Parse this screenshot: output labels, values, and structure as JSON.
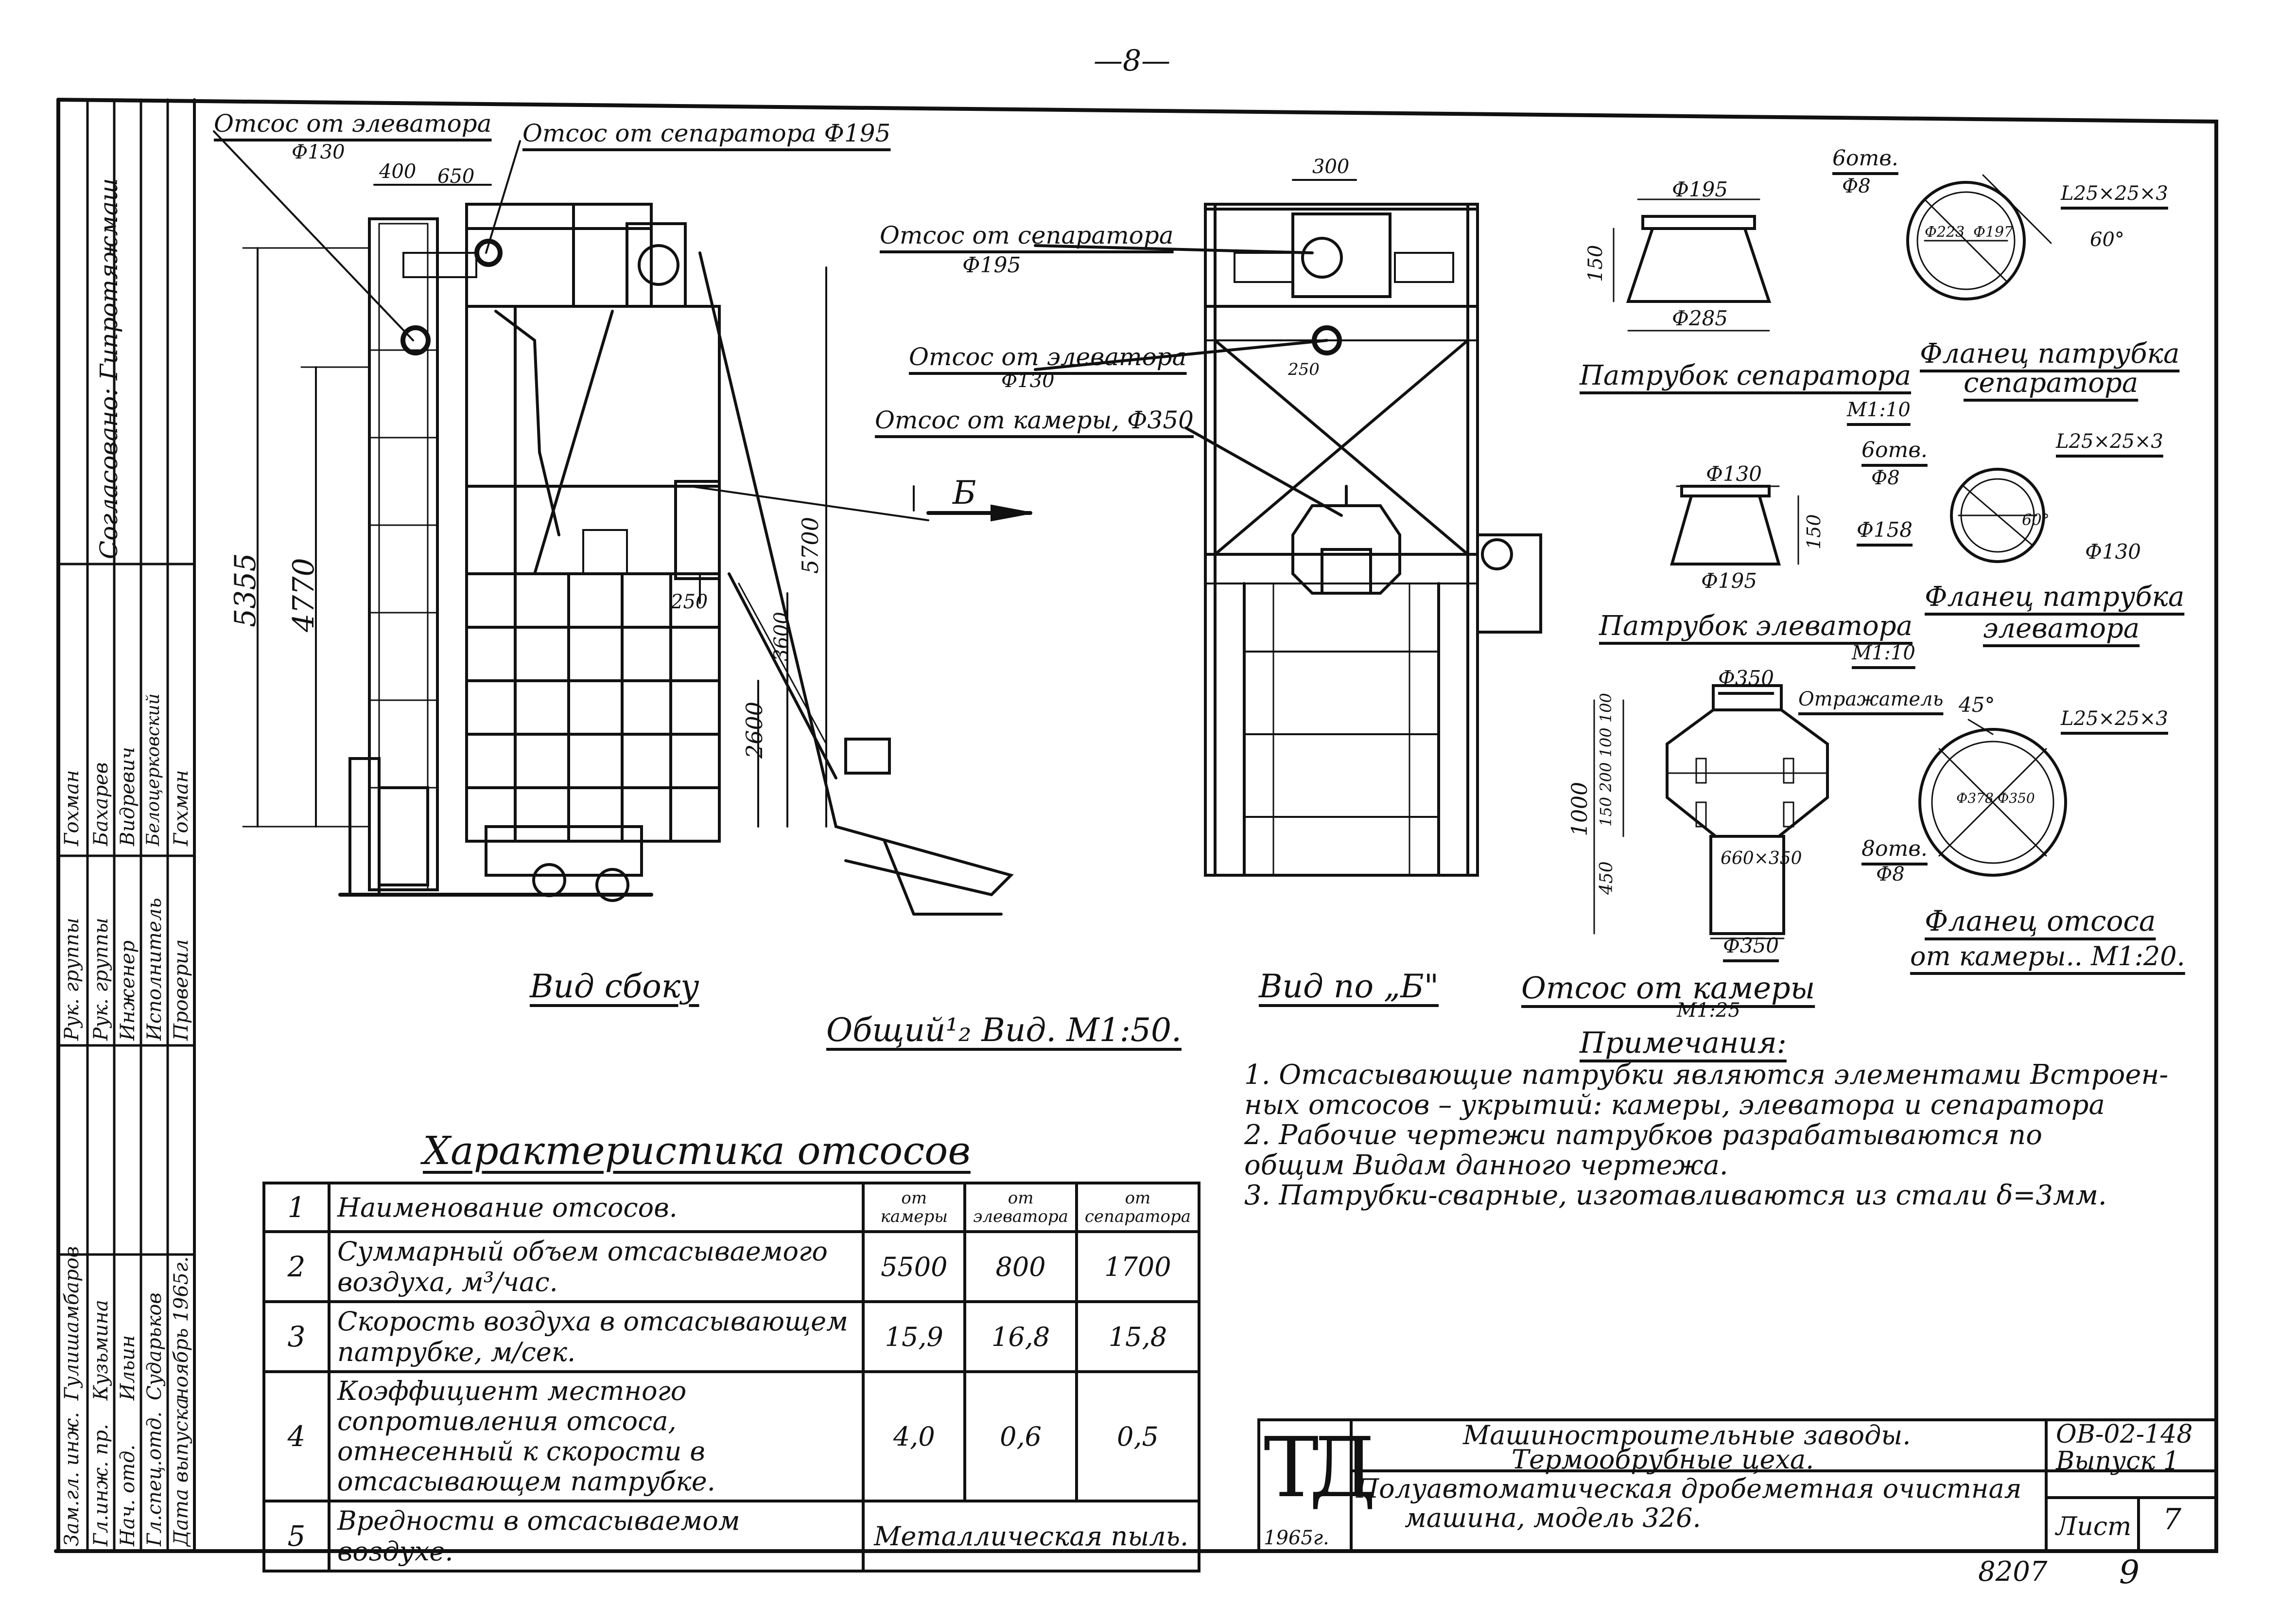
{
  "page_number": "—8—",
  "side_view": {
    "caption": "Вид сбоку",
    "labels": {
      "elevator": "Отсос от элеватора",
      "elevator_dia": "Ф130",
      "separator": "Отсос от сепаратора Ф195",
      "dim_400": "400",
      "dim_650": "650",
      "dim_5355": "5355",
      "dim_4770": "4770",
      "dim_5700": "5700",
      "dim_3600": "3600",
      "dim_2600": "2600",
      "dim_250": "250",
      "arrow_b": "Б"
    }
  },
  "front_view": {
    "caption": "Вид по „Б\"",
    "labels": {
      "dim_300": "300",
      "separator": "Отсос от сепаратора",
      "separator_dia": "Ф195",
      "elevator": "Отсос от элеватора",
      "elevator_dia": "Ф130",
      "chamber": "Отсос от камеры, Ф350",
      "dim_250": "250"
    }
  },
  "general_caption": "Общий¹₂ Вид. М1:50.",
  "details": {
    "sep_pipe": {
      "title": "Патрубок сепаратора",
      "scale": "М1:10",
      "top": "Ф195",
      "bottom": "Ф285",
      "height": "150"
    },
    "sep_flange": {
      "title": "Фланец патрубка",
      "title2": "сепаратора",
      "holes": "6отв.",
      "hole_dia": "Ф8",
      "angle": "L25×25×3",
      "d1": "Ф223",
      "d2": "Ф197",
      "deg": "60°"
    },
    "elev_pipe": {
      "title": "Патрубок элеватора",
      "scale": "М1:10",
      "top": "Ф130",
      "bottom": "Ф195",
      "height": "150"
    },
    "elev_flange": {
      "title": "Фланец патрубка",
      "title2": "элеватора",
      "holes": "6отв.",
      "hole_dia": "Ф8",
      "angle": "L25×25×3",
      "d1": "Ф158",
      "d2": "Ф130",
      "deg": "60°"
    },
    "chamber": {
      "title": "Отсос от камеры",
      "scale": "М1:25",
      "top": "Ф350",
      "bottom": "Ф350",
      "reflector": "Отражатель",
      "rect": "660×350",
      "height": "1000",
      "dims_top": "150 200 100 100",
      "dim_450": "450"
    },
    "chamber_flange": {
      "title": "Фланец отсоса",
      "title2": "от камеры.. М1:20.",
      "holes": "8отв.",
      "hole_dia": "Ф8",
      "angle": "L25×25×3",
      "deg": "45°",
      "d1": "Ф378",
      "d2": "Ф350"
    }
  },
  "notes": {
    "heading": "Примечания:",
    "lines": [
      "1. Отсасывающие патрубки являются элементами Встроен-",
      "    ных отсосов – укрытий: камеры, элеватора и сепаратора",
      "2. Рабочие чертежи патрубков разрабатываются по",
      "    общим Видам данного чертежа.",
      "3. Патрубки-сварные, изготавливаются из стали δ=3мм."
    ]
  },
  "characteristics": {
    "title": "Характеристика отсосов",
    "headers": [
      "от камеры",
      "от элеватора",
      "от сепаратора"
    ],
    "rows": [
      {
        "n": "1",
        "name": "Наименование отсосов.",
        "values": null
      },
      {
        "n": "2",
        "name": "Суммарный объем отсасываемого воздуха, м³/час.",
        "values": [
          "5500",
          "800",
          "1700"
        ]
      },
      {
        "n": "3",
        "name": "Скорость воздуха в отсасывающем патрубке, м/сек.",
        "values": [
          "15,9",
          "16,8",
          "15,8"
        ]
      },
      {
        "n": "4",
        "name": "Коэффициент местного сопротивления отсоса, отнесенный к скорости в отсасывающем патрубке.",
        "values": [
          "4,0",
          "0,6",
          "0,5"
        ]
      },
      {
        "n": "5",
        "name": "Вредности в отсасываемом воздухе.",
        "merged": "Металлическая пыль."
      }
    ]
  },
  "title_block": {
    "logo": "ТД",
    "year": "1965г.",
    "line1": "Машиностроительные заводы.",
    "line2": "Термообрубные цеха.",
    "line3": "Полуавтоматическая дробеметная очистная",
    "line4": "машина, модель 326.",
    "code": "ОВ-02-148",
    "issue": "Выпуск 1",
    "sheet_label": "Лист",
    "sheet_num": "7",
    "footer1": "8207",
    "footer2": "9"
  },
  "side_stamp": {
    "agreed": "Согласовано: Гипротяжмаш",
    "roles": [
      "Рук. группы",
      "Рук. группы",
      "Инженер",
      "Исполнитель",
      "Проверил"
    ],
    "names": [
      "Гохман",
      "Бахарев",
      "Видревич",
      "Белоцерковский",
      "Гохман"
    ],
    "left_roles": [
      "Зам.гл. инж.",
      "Гл.инж. пр.",
      "Нач. отд.",
      "Гл.спец.отд.",
      "Дата выпуска"
    ],
    "left_names": [
      "Гулишамбаров",
      "Кузьмина",
      "Ильин",
      "Сударьков",
      "ноябрь 1965г."
    ]
  }
}
